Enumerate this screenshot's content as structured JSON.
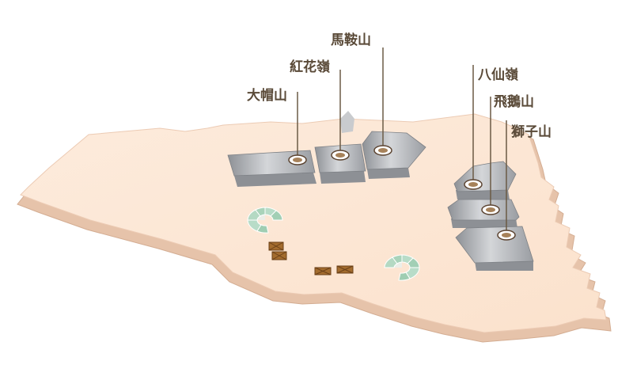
{
  "colors": {
    "ground_top": "#fde9d8",
    "ground_side": "#e8c5ad",
    "ground_edge": "#d9b49a",
    "building": "#aeb1b6",
    "building_light": "#d9dbde",
    "building_side": "#8c8f94",
    "stair_green": "#b8dcc8",
    "stair_light": "#ebf0ea",
    "crate": "#a36c2e",
    "crate_dark": "#6b4118",
    "label_text": "#5a4a38",
    "pin_stroke": "#5b4330",
    "pin_fill": "#a7825a"
  },
  "labels": [
    {
      "id": "ma-on-shan",
      "text": "馬鞍山"
    },
    {
      "id": "hung-fa-ngam",
      "text": "紅花嶺"
    },
    {
      "id": "tai-mo-shan",
      "text": "大帽山"
    },
    {
      "id": "pat-sin-leng",
      "text": "八仙嶺"
    },
    {
      "id": "fei-ngo-shan",
      "text": "飛鵝山"
    },
    {
      "id": "lion-rock",
      "text": "獅子山"
    }
  ]
}
